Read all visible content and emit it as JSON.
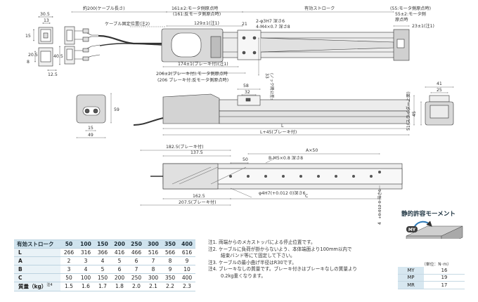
{
  "top_view": {
    "dims": {
      "d30_5": "30.5",
      "d13": "13",
      "d15": "15",
      "d8": "8",
      "d20_5": "20.5",
      "d40_5": "40.5",
      "d12_5": "12.5",
      "cable_length": "約200(ケーブル長さ)",
      "cable_fix_pos": "ケーブル固定位置(注2)",
      "motor_origin_161": "161±2:モータ側原点時",
      "motor_opp_161": "(161:反モータ側原点時)",
      "d129": "129±1",
      "d129_note": "(注1)",
      "d21": "21",
      "hole_2": "2-φ3H7 深さ6",
      "hole_4": "4-M4×0.7 深さ8",
      "stroke": "有効ストローク",
      "motor_origin_55": "(55:モータ側原点時)",
      "opp_origin_55a": "55±2:モータ側",
      "opp_origin_55b": "原点時",
      "d23": "23±1",
      "d23_note": "(注1)",
      "d174": "174±1",
      "d174_note": "(ブレーキ付)(注1)",
      "d206a": "206±2(ブレーキ付):モータ側原点時",
      "d206b": "(206 ブレーキ付:反モータ側原点時)",
      "d33": "33",
      "d33_note": "(ノック間公差±0.02)"
    }
  },
  "side_view": {
    "dims": {
      "d59": "59",
      "d15": "15",
      "d49": "49",
      "d58": "58",
      "d32": "32",
      "L": "L",
      "L45": "L+45(ブレーキ付)",
      "d41": "41",
      "d25": "25",
      "d45": "45",
      "d51": "51(スライダー上面)"
    }
  },
  "bottom_view": {
    "dims": {
      "d182_5": "182.5(ブレーキ付)",
      "d137_5": "137.5",
      "d50": "50",
      "AxS0": "A×50",
      "B_M5": "B-M5×0.8 深さ8",
      "phi4": "φ4H7(+0.012 0)深さ6",
      "d162_5": "162.5",
      "C": "C",
      "d207_5": "207.5(ブレーキ付)",
      "d4": "4",
      "d4_depth": "+0.012 0 深さ6"
    }
  },
  "spec_table": {
    "header": "有効ストローク",
    "strokes": [
      "50",
      "100",
      "150",
      "200",
      "250",
      "300",
      "350",
      "400"
    ],
    "rows": [
      {
        "label": "L",
        "values": [
          "266",
          "316",
          "366",
          "416",
          "466",
          "516",
          "566",
          "616"
        ]
      },
      {
        "label": "A",
        "values": [
          "2",
          "3",
          "4",
          "5",
          "6",
          "7",
          "8",
          "9"
        ]
      },
      {
        "label": "B",
        "values": [
          "3",
          "4",
          "5",
          "6",
          "7",
          "8",
          "9",
          "10"
        ]
      },
      {
        "label": "C",
        "values": [
          "50",
          "100",
          "150",
          "200",
          "250",
          "300",
          "350",
          "400"
        ]
      },
      {
        "label": "質量（kg）",
        "note": "注4",
        "values": [
          "1.5",
          "1.6",
          "1.7",
          "1.8",
          "2.0",
          "2.1",
          "2.2",
          "2.3"
        ]
      }
    ]
  },
  "notes": [
    "注1. 両端からのメカストッパによる停止位置です。",
    "注2. ケーブルに負荷が掛からないよう、本体端面より100mm以内で",
    "結束バンド等にて固定して下さい。",
    "注3. ケーブルの最小曲げ半径はR30です。",
    "注4. ブレーキなしの質量です。ブレーキ付きはブレーキなしの質量より",
    "0.2kg重くなります。"
  ],
  "moment": {
    "title": "静的許容モーメント",
    "unit": "（単位：N･m）",
    "labels": [
      "MY",
      "MP",
      "MR"
    ],
    "rows": [
      {
        "key": "MY",
        "value": "16"
      },
      {
        "key": "MP",
        "value": "19"
      },
      {
        "key": "MR",
        "value": "17"
      }
    ]
  },
  "colors": {
    "table_header": "#cfe3ee",
    "arrow_blue": "#2b79b8",
    "part_gray": "#bfbfbf"
  }
}
